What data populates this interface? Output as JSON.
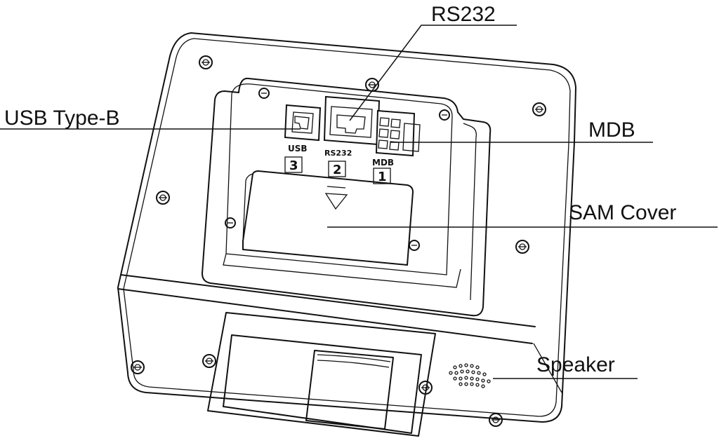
{
  "callouts": {
    "rs232": "RS232",
    "usb_type_b": "USB Type-B",
    "mdb": "MDB",
    "sam_cover": "SAM Cover",
    "speaker": "Speaker"
  },
  "port_labels": {
    "usb": "USB",
    "usb_number": "3",
    "rs232": "RS232",
    "rs232_number": "2",
    "mdb": "MDB",
    "mdb_number": "1"
  },
  "colors": {
    "line": "#111111",
    "background": "#ffffff"
  }
}
